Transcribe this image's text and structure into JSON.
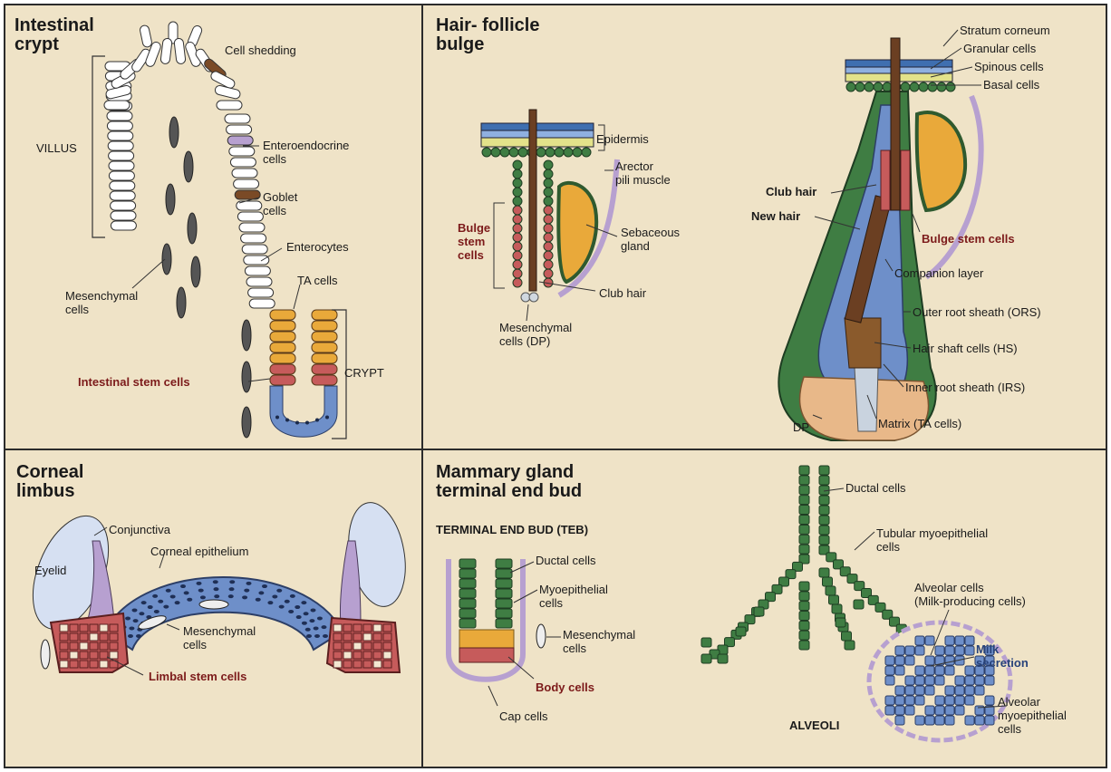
{
  "panels": {
    "crypt": {
      "title": "Intestinal\ncrypt",
      "labels": {
        "cell_shedding": "Cell shedding",
        "villus": "VILLUS",
        "enteroendocrine": "Enteroendocrine\ncells",
        "goblet": "Goblet\ncells",
        "enterocytes": "Enterocytes",
        "mesenchymal": "Mesenchymal\ncells",
        "ta_cells": "TA cells",
        "crypt": "CRYPT",
        "stem": "Intestinal stem cells"
      }
    },
    "hair": {
      "title": "Hair- follicle\nbulge",
      "labels": {
        "epidermis": "Epidermis",
        "arector": "Arector\npili muscle",
        "bulge_stem": "Bulge\nstem\ncells",
        "sebaceous": "Sebaceous\ngland",
        "club_hair_small": "Club hair",
        "mesenchymal_dp": "Mesenchymal\ncells (DP)",
        "stratum": "Stratum corneum",
        "granular": "Granular cells",
        "spinous": "Spinous cells",
        "basal": "Basal cells",
        "club_hair": "Club hair",
        "new_hair": "New hair",
        "bulge_stem_cells": "Bulge stem cells",
        "companion": "Companion layer",
        "ors": "Outer root sheath (ORS)",
        "hs": "Hair shaft cells (HS)",
        "irs": "Inner root sheath (IRS)",
        "matrix": "Matrix (TA cells)",
        "dp": "DP"
      }
    },
    "cornea": {
      "title": "Corneal\nlimbus",
      "labels": {
        "conjunctiva": "Conjunctiva",
        "epithelium": "Corneal epithelium",
        "eyelid": "Eyelid",
        "mesenchymal": "Mesenchymal\ncells",
        "limbal": "Limbal stem cells"
      }
    },
    "mammary": {
      "title": "Mammary gland\nterminal end bud",
      "labels": {
        "teb": "TERMINAL END BUD (TEB)",
        "ductal_left": "Ductal cells",
        "myoepithelial": "Myoepithelial\ncells",
        "mesenchymal": "Mesenchymal\ncells",
        "body": "Body cells",
        "cap": "Cap cells",
        "ductal_right": "Ductal cells",
        "tubular": "Tubular myoepithelial\ncells",
        "alveolar_cells": "Alveolar cells\n(Milk-producing cells)",
        "milk": "Milk\nsecretion",
        "alveoli": "ALVEOLI",
        "alveolar_myo": "Alveolar\nmyoepithelial\ncells"
      }
    }
  },
  "colors": {
    "panel_bg": "#efe3c7",
    "outline": "#3a2a1f",
    "stem_red": "#c65b5b",
    "ta_orange": "#e9a93a",
    "crypt_blue": "#6e8fc9",
    "epithelium_green": "#3f7d43",
    "hair_brown": "#6b3f22",
    "label_red": "#7c1a1a",
    "label_blue": "#27427a",
    "lavender": "#b7a0d0"
  }
}
